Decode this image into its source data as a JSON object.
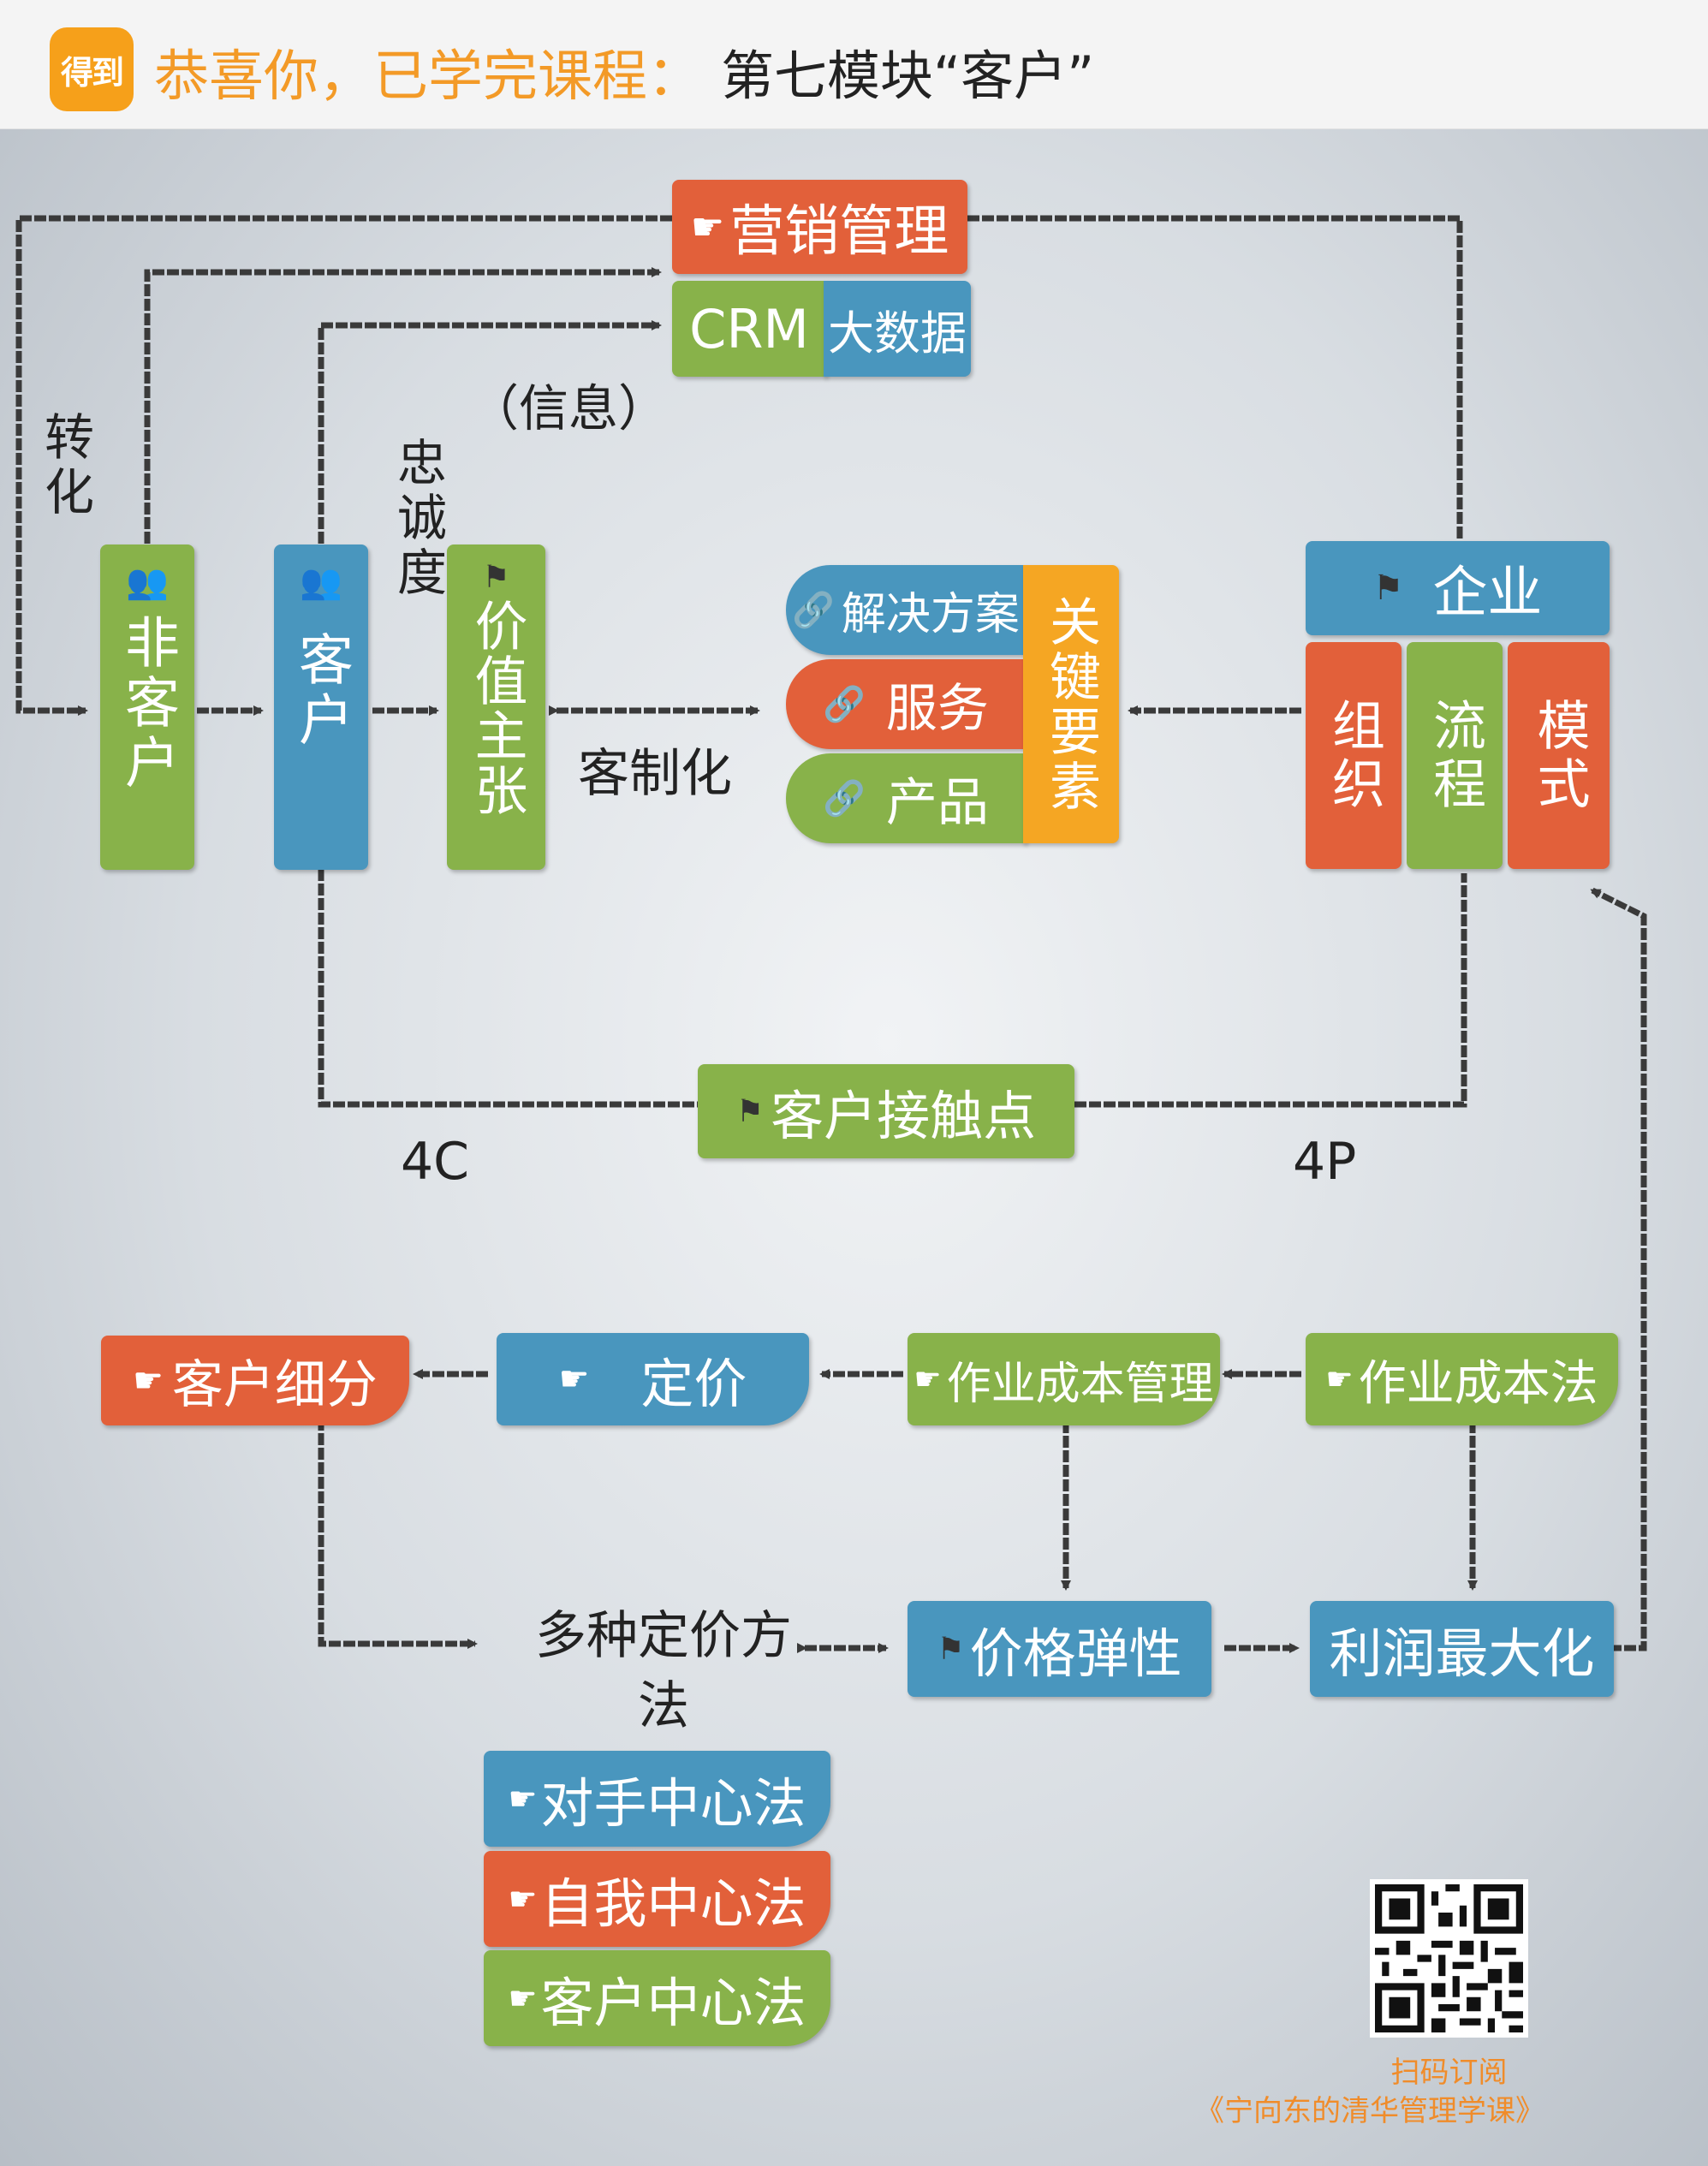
{
  "header": {
    "logo": "得到",
    "congrats": "恭喜你，已学完课程：",
    "title": "第七模块“客户”"
  },
  "top": {
    "marketing": "营销管理",
    "crm": "CRM",
    "bigdata": "大数据",
    "info": "（信息）"
  },
  "left": {
    "convert": "转化",
    "non_customer": "非客户",
    "customer": "客户",
    "loyalty": "忠诚度",
    "value": "价值主张",
    "customize": "客制化"
  },
  "key": {
    "solution": "解决方案",
    "service": "服务",
    "product": "产品",
    "key_elements": "关键要素"
  },
  "enterprise": {
    "title": "企业",
    "org": "组织",
    "process": "流程",
    "model": "模式"
  },
  "middle": {
    "touchpoint": "客户接触点",
    "c4": "4C",
    "p4": "4P"
  },
  "bottom": {
    "segment": "客户细分",
    "pricing": "定价",
    "abc_mgmt": "作业成本管理",
    "abc": "作业成本法",
    "multi_pricing": "多种定价方法",
    "elasticity": "价格弹性",
    "profit_max": "利润最大化",
    "competitor": "对手中心法",
    "self": "自我中心法",
    "customer_center": "客户中心法"
  },
  "footer": {
    "scan": "扫码订阅",
    "course": "《宁向东的清华管理学课》"
  },
  "colors": {
    "orange": "#e2603a",
    "green": "#88b24a",
    "blue": "#4996be",
    "yellow": "#f5a623",
    "accent": "#f39a27"
  }
}
